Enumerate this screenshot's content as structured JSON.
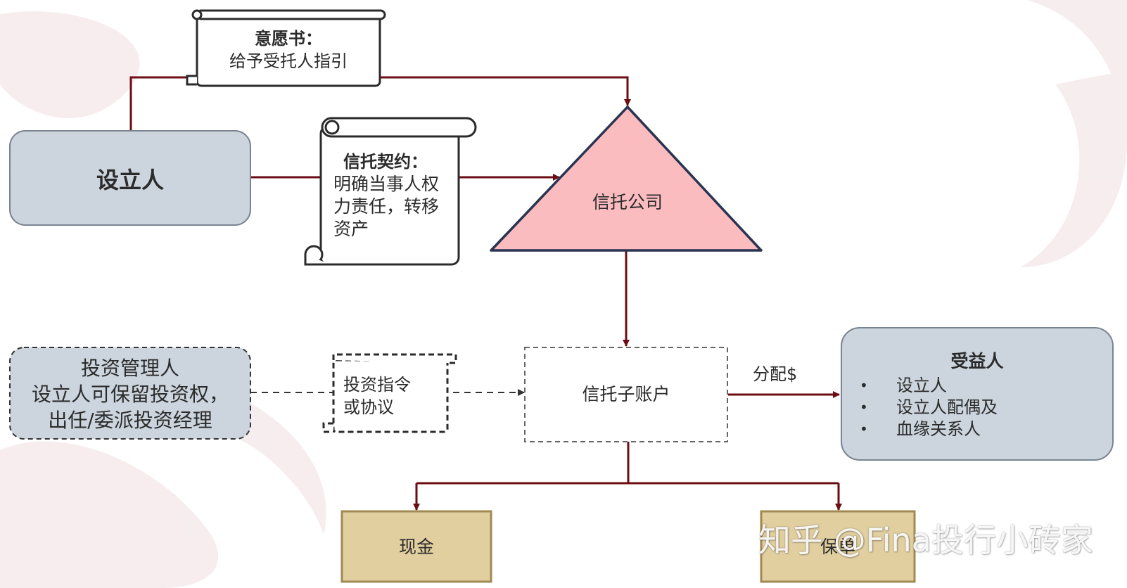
{
  "settlor": {
    "label": "设立人"
  },
  "letter_of_wishes": {
    "title": "意愿书：",
    "text": "给予受托人指引"
  },
  "trust_deed": {
    "title": "信托契约：",
    "lines": [
      "明确当事人权",
      "力责任，转移",
      "资产"
    ]
  },
  "trust_company": {
    "label": "信托公司"
  },
  "investment_manager": {
    "lines": [
      "投资管理人",
      "设立人可保留投资权，",
      "出任/委派投资经理"
    ]
  },
  "investment_instruction": {
    "lines": [
      "投资指令",
      "或协议"
    ]
  },
  "sub_account": {
    "label": "信托子账户"
  },
  "distribution": {
    "label": "分配$"
  },
  "beneficiaries": {
    "title": "受益人",
    "items": [
      "设立人",
      "设立人配偶及",
      "血缘关系人"
    ]
  },
  "cash": {
    "label": "现金"
  },
  "insurance": {
    "label": "保单"
  },
  "watermark": {
    "text": "知乎 @Fina投行小砖家"
  },
  "colors": {
    "arrow": "#6b0d12",
    "box_fill": "#ccd5de",
    "box_stroke": "#7a8491",
    "triangle_fill": "#fbbcc0",
    "triangle_stroke": "#2a3350",
    "asset_fill": "#e1cfa0",
    "asset_stroke": "#a08a52",
    "scroll_stroke": "#2b2b2b"
  }
}
